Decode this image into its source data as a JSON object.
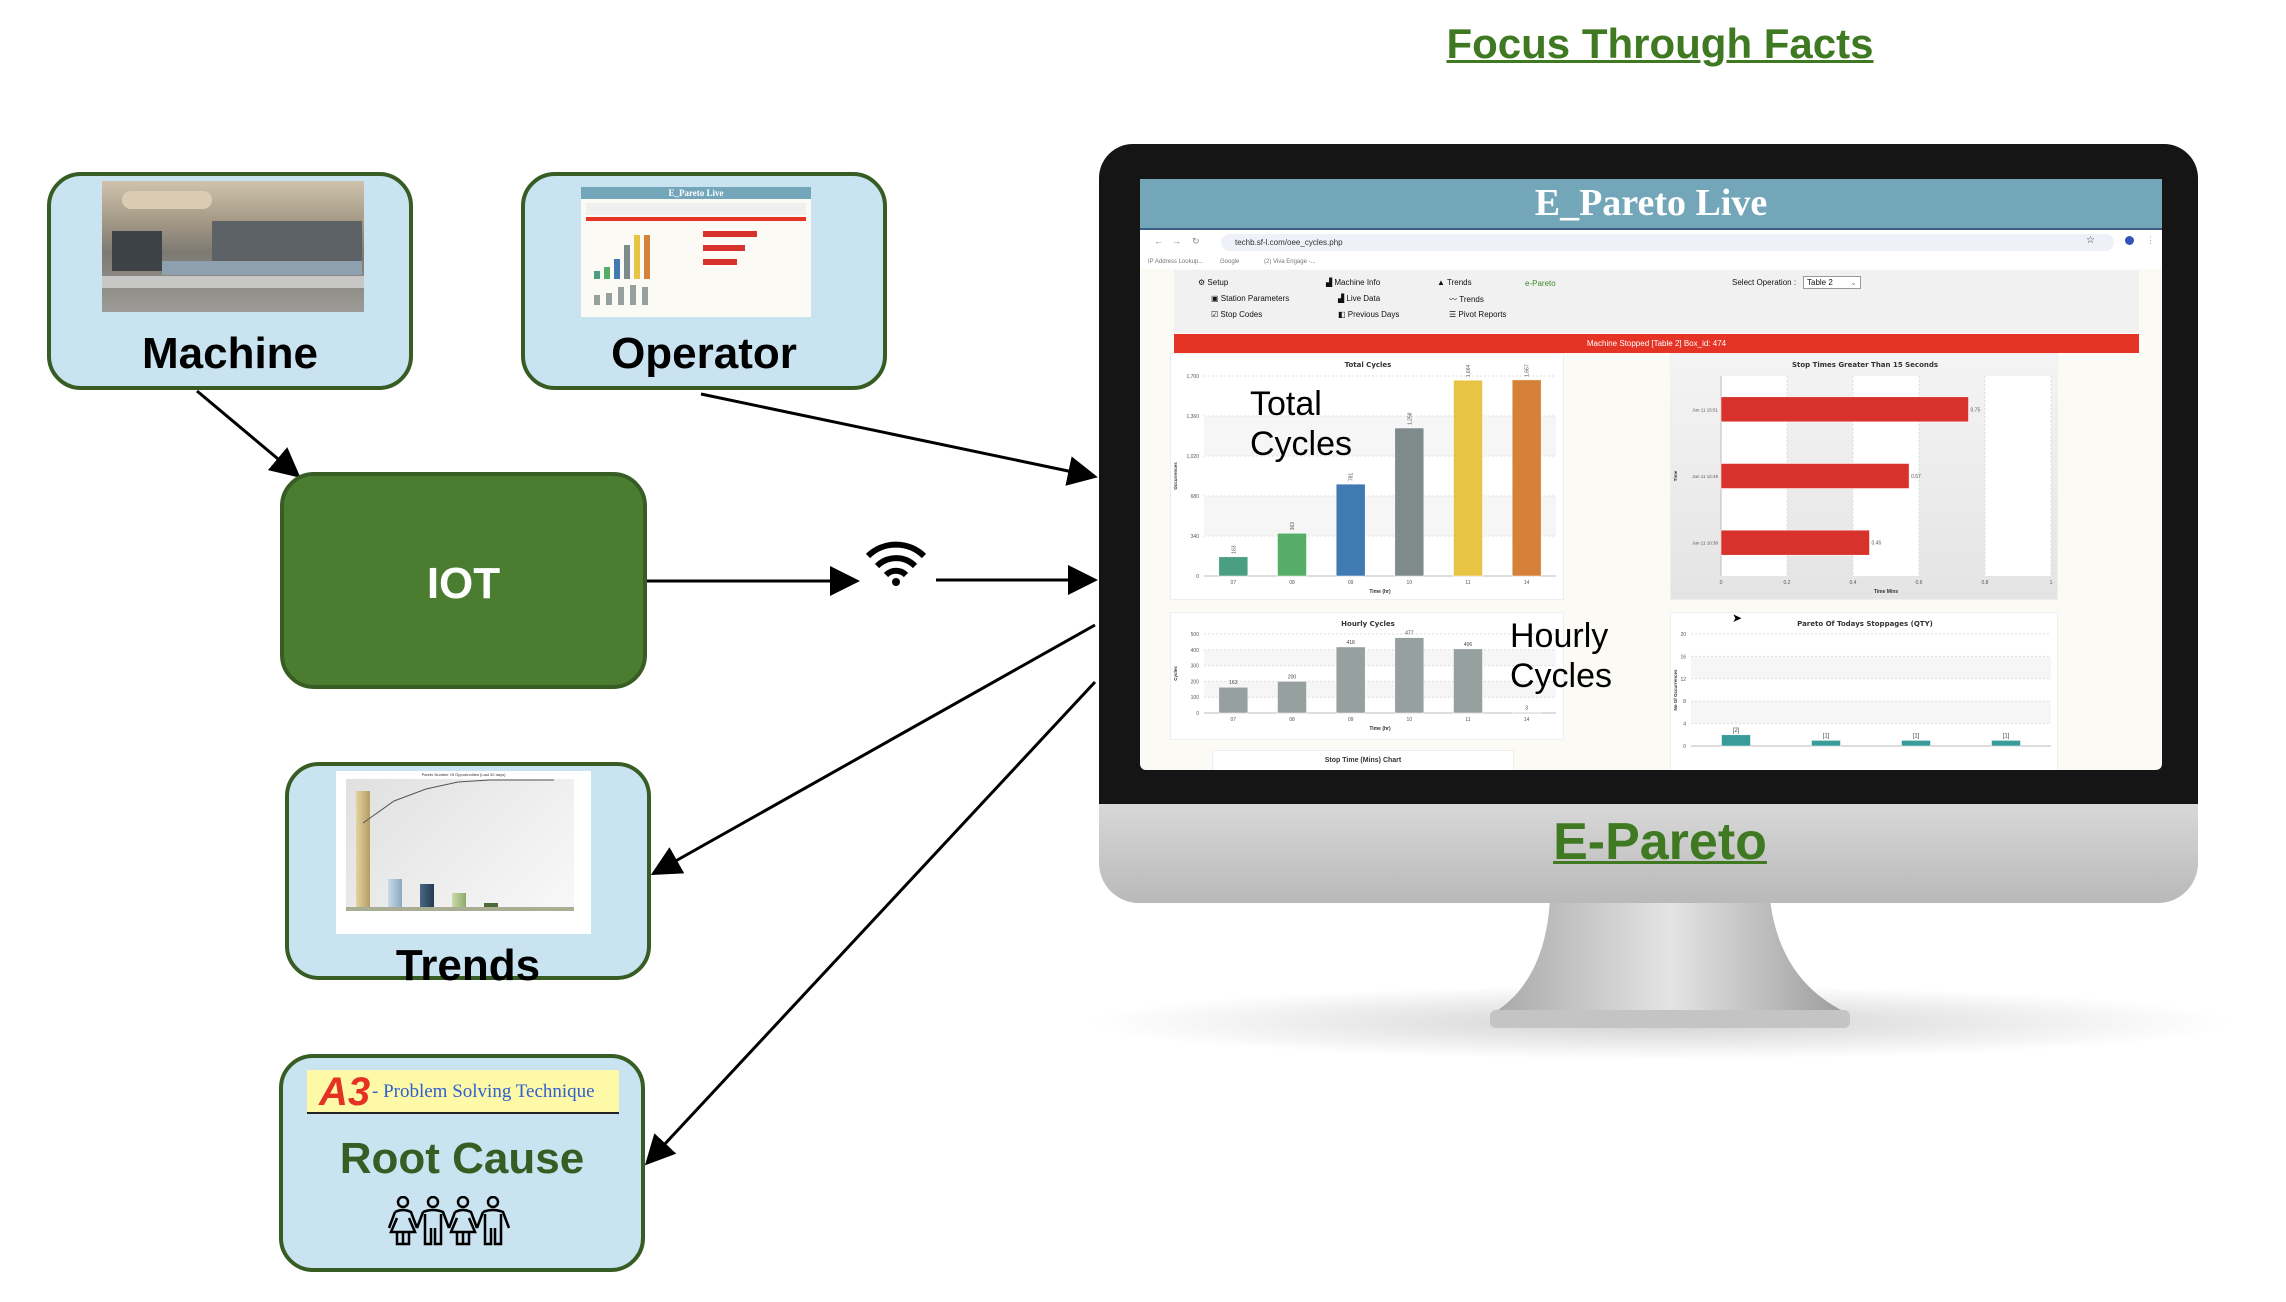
{
  "title": "Focus Through Facts",
  "boxes": {
    "machine": "Machine",
    "operator": "Operator",
    "iot": "IOT",
    "trends": "Trends",
    "root_cause": "Root Cause",
    "a3_logo": "A3",
    "a3_text": "- Problem Solving Technique"
  },
  "operator_thumb_title": "E_Pareto Live",
  "trends_thumb_title": "Pareto Number Of Opportunities (Last 30 days)",
  "monitor": {
    "label": "E-Pareto"
  },
  "screen": {
    "title": "E_Pareto Live",
    "url": "techb.sf-l.com/oee_cycles.php",
    "bookmarks": [
      "IP Address Lookup...",
      "Google",
      "(2) Viva Engage -..."
    ],
    "nav": {
      "setup": "Setup",
      "machine_info": "Machine Info",
      "trends": "Trends",
      "epareto": "e-Pareto",
      "station_parameters": "Station Parameters",
      "live_data": "Live Data",
      "trends_link": "Trends",
      "stop_codes": "Stop Codes",
      "previous_days": "Previous Days",
      "pivot_reports": "Pivot Reports"
    },
    "select_label": "Select Operation :",
    "select_value": "Table 2",
    "alert": "Machine Stopped [Table 2] Box_id: 474",
    "overlay_total": [
      "Total",
      "Cycles"
    ],
    "overlay_hourly": [
      "Hourly",
      "Cycles"
    ],
    "stop_time_chart_title": "Stop Time (Mins) Chart"
  },
  "colors": {
    "accent_green": "#3f7a22",
    "iot_green": "#4b7d31",
    "box_blue": "#c9e3f1",
    "alert_red": "#e53325",
    "screen_header": "#74a6ba"
  },
  "chart_data": [
    {
      "id": "total",
      "type": "bar",
      "title": "Total Cycles",
      "xlabel": "Time (hr)",
      "ylabel": "Occurrences",
      "categories": [
        "07",
        "08",
        "09",
        "10",
        "11",
        "14"
      ],
      "values": [
        163,
        363,
        781,
        1258,
        1664,
        1667
      ],
      "value_labels": [
        "163",
        "363",
        "781",
        "1,258",
        "1,664",
        "1,667"
      ],
      "colors": [
        "#4a9e82",
        "#55ad67",
        "#3f7ab3",
        "#7f8a8a",
        "#e8c444",
        "#d6813a"
      ],
      "ylim": [
        0,
        1700
      ],
      "yticks": [
        0,
        340,
        680,
        1020,
        1360,
        1700
      ],
      "ytick_labels": [
        "0",
        "340",
        "680",
        "1,020",
        "1,360",
        "1,700"
      ]
    },
    {
      "id": "stop",
      "type": "hbar",
      "title": "Stop Times Greater Than 15 Seconds",
      "xlabel": "Time Mins",
      "ylabel": "Time",
      "categories": [
        "Jun 11 15:51",
        "Jun 11 12:49",
        "Jun 11 10:38"
      ],
      "values": [
        0.75,
        0.57,
        0.45
      ],
      "value_labels": [
        "0.75",
        "0.57",
        "0.45"
      ],
      "colors": [
        "#d8322c"
      ],
      "xlim": [
        0,
        1
      ],
      "xticks": [
        0,
        0.2,
        0.4,
        0.6,
        0.8,
        1
      ],
      "xtick_labels": [
        "0",
        "0.2",
        "0.4",
        "0.6",
        "0.8",
        "1"
      ]
    },
    {
      "id": "hourly",
      "type": "bar",
      "title": "Hourly Cycles",
      "xlabel": "Time (hr)",
      "ylabel": "Cycles",
      "categories": [
        "07",
        "08",
        "09",
        "10",
        "11",
        "14"
      ],
      "values": [
        163,
        200,
        418,
        477,
        406,
        3
      ],
      "value_labels": [
        "163",
        "200",
        "418",
        "477",
        "406",
        "3"
      ],
      "colors": [
        "#95a09f"
      ],
      "ylim": [
        0,
        500
      ],
      "yticks": [
        0,
        100,
        200,
        300,
        400,
        500
      ],
      "ytick_labels": [
        "0",
        "100",
        "200",
        "300",
        "400",
        "500"
      ]
    },
    {
      "id": "pareto",
      "type": "bar",
      "title": "Pareto Of Todays Stoppages (QTY)",
      "xlabel": "",
      "ylabel": "No Of Occurrences",
      "categories": [
        "",
        "",
        "",
        ""
      ],
      "values": [
        2,
        1,
        1,
        1
      ],
      "value_labels": [
        "[2]",
        "[1]",
        "[1]",
        "[1]"
      ],
      "colors": [
        "#3a9b9b"
      ],
      "ylim": [
        0,
        20
      ],
      "yticks": [
        0,
        4,
        8,
        12,
        16,
        20
      ],
      "ytick_labels": [
        "0",
        "4",
        "8",
        "12",
        "16",
        "20"
      ]
    }
  ]
}
